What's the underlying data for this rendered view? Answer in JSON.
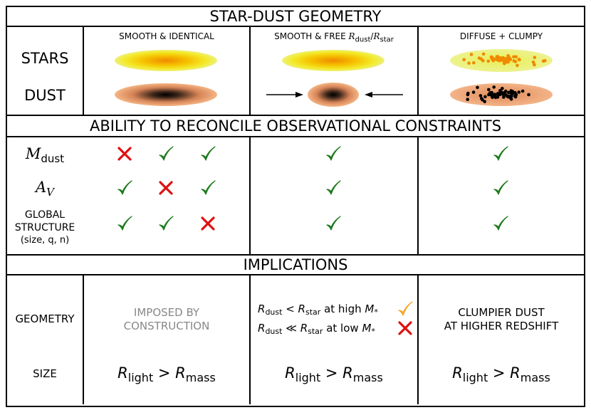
{
  "colors": {
    "check": "#1e7b1e",
    "cross": "#e01010",
    "partial": "#f5a623",
    "grey_text": "#888888"
  },
  "geometry": {
    "title": "STAR-DUST GEOMETRY",
    "columns": [
      {
        "label": "SMOOTH & IDENTICAL"
      },
      {
        "label_prefix": "SMOOTH & FREE ",
        "ratio_num": "R",
        "ratio_num_sub": "dust",
        "ratio_slash": "/",
        "ratio_den": "R",
        "ratio_den_sub": "star"
      },
      {
        "label": "DIFFUSE + CLUMPY"
      }
    ],
    "rows": {
      "stars": "STARS",
      "dust": "DUST"
    }
  },
  "constraints": {
    "title": "ABILITY TO RECONCILE OBSERVATIONAL CONSTRAINTS",
    "rows": [
      {
        "symbol": "M",
        "symbol_sub": "dust",
        "marks": [
          "cross",
          "check",
          "check",
          "check",
          "check"
        ]
      },
      {
        "symbol": "A",
        "symbol_sub": "V",
        "marks": [
          "check",
          "cross",
          "check",
          "check",
          "check"
        ]
      },
      {
        "label_lines": [
          "GLOBAL",
          "STRUCTURE"
        ],
        "label_paren": "(size, q, n)",
        "marks": [
          "check",
          "check",
          "cross",
          "check",
          "check"
        ]
      }
    ]
  },
  "implications": {
    "title": "IMPLICATIONS",
    "rows": {
      "geometry": "GEOMETRY",
      "size": "SIZE"
    },
    "geometry_cells": {
      "col1_lines": [
        "IMPOSED BY",
        "CONSTRUCTION"
      ],
      "col2_lines": [
        {
          "left": "R",
          "left_sub": "dust",
          "op": " < ",
          "right": "R",
          "right_sub": "star",
          "tail": " at high ",
          "mass": "M",
          "mass_sub": "*",
          "mark": "partial"
        },
        {
          "left": "R",
          "left_sub": "dust",
          "op": " ≪ ",
          "right": "R",
          "right_sub": "star",
          "tail": " at low ",
          "mass": "M",
          "mass_sub": "*",
          "mark": "cross"
        }
      ],
      "col3_lines": [
        "CLUMPIER DUST",
        "AT HIGHER REDSHIFT"
      ]
    },
    "size_relation": {
      "left": "R",
      "left_sub": "light",
      "op": " > ",
      "right": "R",
      "right_sub": "mass"
    }
  }
}
